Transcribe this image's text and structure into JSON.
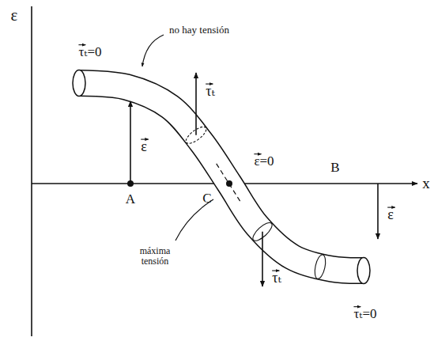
{
  "diagram": {
    "labels": [
      "ε",
      "x",
      "τₜ=0",
      "no hay tensión",
      "ε",
      "τₜ",
      "ε=0",
      "A",
      "C",
      "B",
      "ε",
      "máxima tensión",
      "τₜ",
      "τₜ=0"
    ]
  }
}
